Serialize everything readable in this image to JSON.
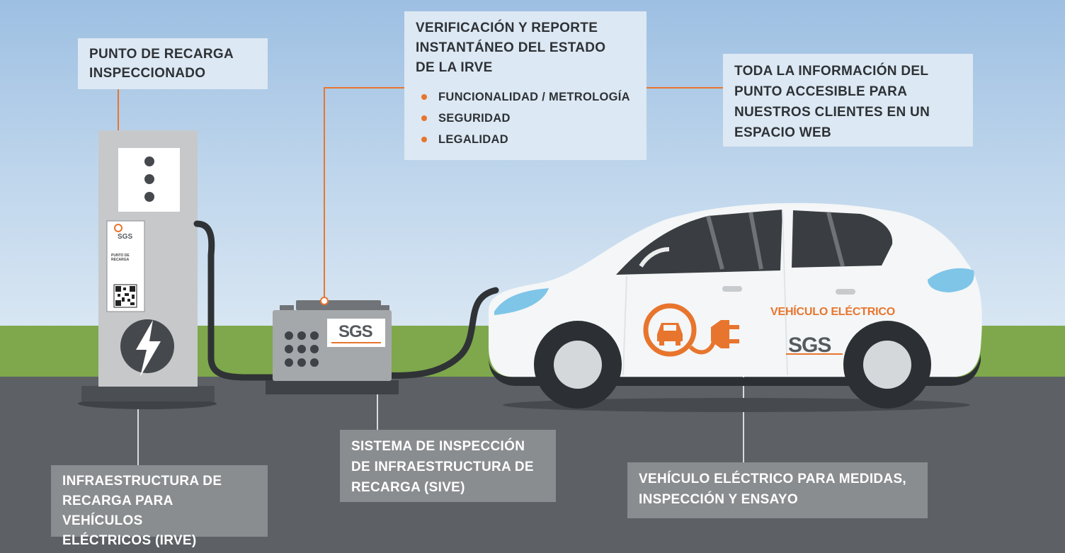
{
  "callouts": {
    "punto": "PUNTO DE RECARGA\nINSPECCIONADO",
    "verificacion": {
      "title": "VERIFICACIÓN Y REPORTE\nINSTANTÁNEO DEL ESTADO\nDE LA IRVE",
      "items": [
        "FUNCIONALIDAD / METROLOGÍA",
        "SEGURIDAD",
        "LEGALIDAD"
      ]
    },
    "toda": "TODA LA INFORMACIÓN DEL\nPUNTO ACCESIBLE PARA\nNUESTROS CLIENTES EN UN\nESPACIO WEB",
    "irve": "INFRAESTRUCTURA DE\nRECARGA PARA VEHÍCULOS\nELÉCTRICOS (IRVE)",
    "sive": "SISTEMA DE INSPECCIÓN\nDE INFRAESTRUCTURA DE\nRECARGA (SIVE)",
    "vehiculo": "VEHÍCULO ELÉCTRICO PARA MEDIDAS,\nINSPECCIÓN Y ENSAYO"
  },
  "car": {
    "label": "VEHÍCULO ELÉCTRICO",
    "brand": "SGS"
  },
  "box": {
    "brand": "SGS"
  },
  "tag": {
    "brand": "SGS",
    "text": "PUNTO DE RECARGA"
  },
  "icons": [
    "lightning-icon",
    "ev-plug-icon",
    "qr-code-icon"
  ],
  "colors": {
    "accent": "#e8752d",
    "callout_light": "#dce8f3",
    "callout_dark": "#8a8d90"
  }
}
